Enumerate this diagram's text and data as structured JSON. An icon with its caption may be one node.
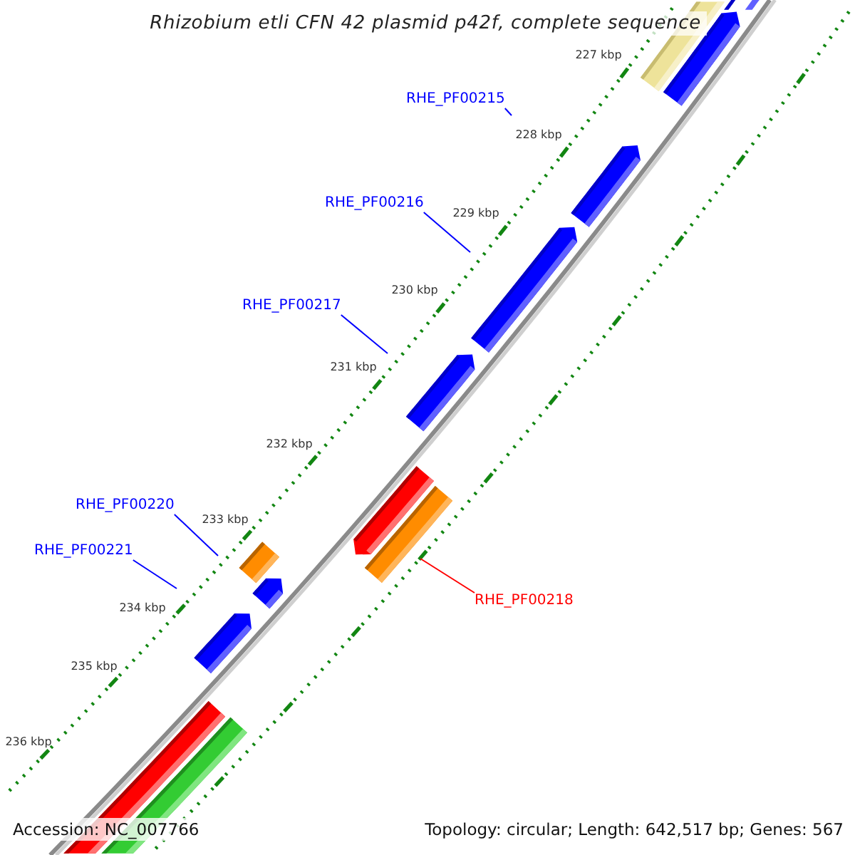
{
  "diagram": {
    "title": "Rhizobium etli CFN 42 plasmid p42f, complete sequence",
    "nodes": [
      {
        "text": [
          "RHE_PF00215"
        ]
      },
      {
        "text": [
          "RHE_PF00216"
        ]
      },
      {
        "text": [
          "RHE_PF00217"
        ]
      },
      {
        "text": [
          "RHE_PF00220"
        ]
      },
      {
        "text": [
          "RHE_PF00221"
        ]
      },
      {
        "text": [
          "RHE_PF00218"
        ]
      }
    ],
    "edges": [
      {
        "from": 0,
        "to": null,
        "arrow": "none"
      },
      {
        "from": 1,
        "to": null,
        "arrow": "none"
      },
      {
        "from": 2,
        "to": null,
        "arrow": "none"
      },
      {
        "from": 3,
        "to": null,
        "arrow": "none"
      },
      {
        "from": 4,
        "to": null,
        "arrow": "none"
      },
      {
        "from": 5,
        "to": null,
        "arrow": "none",
        "color": "#ff0000"
      }
    ],
    "labels": [
      "227 kbp",
      "228 kbp",
      "229 kbp",
      "230 kbp",
      "231 kbp",
      "232 kbp",
      "233 kbp",
      "234 kbp",
      "235 kbp",
      "236 kbp",
      "Accession: NC_007766",
      "Topology: circular; Length: 642,517 bp; Genes: 567"
    ]
  }
}
